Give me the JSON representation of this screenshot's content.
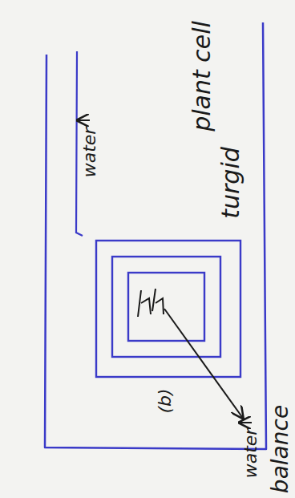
{
  "diagram": {
    "labels": [
      "plant cell",
      "turgid",
      "balance",
      "water",
      "water",
      "(b)"
    ]
  }
}
